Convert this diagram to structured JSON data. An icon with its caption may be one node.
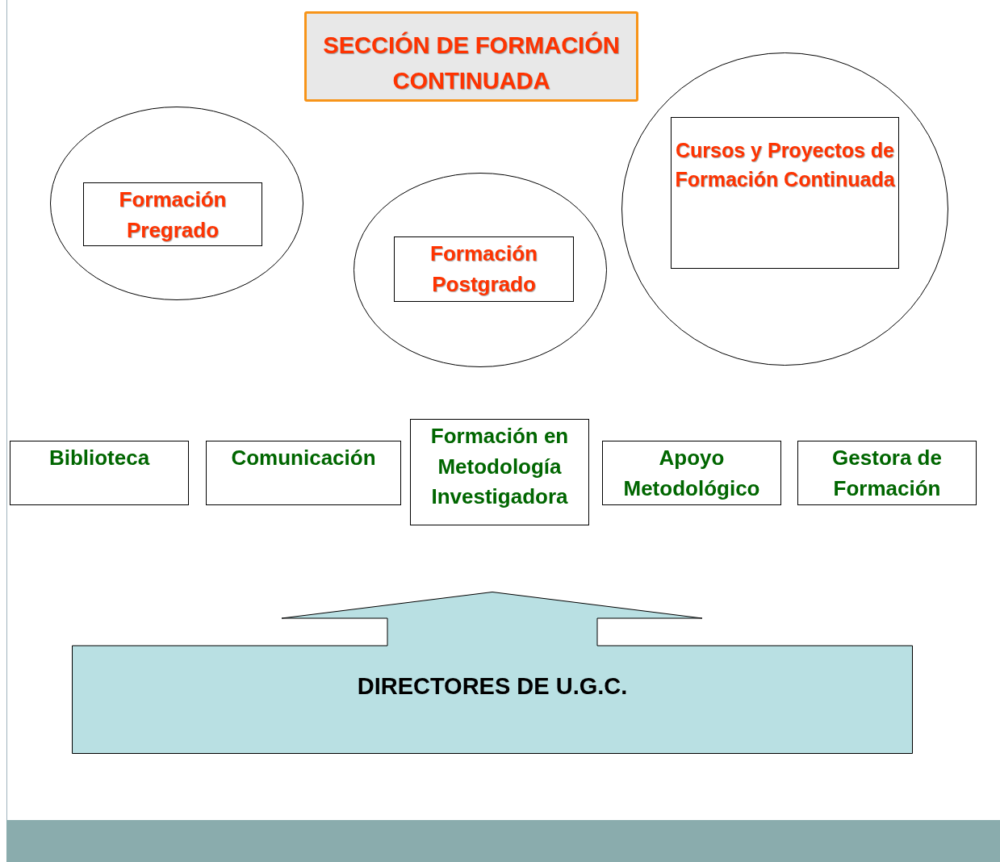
{
  "diagram": {
    "nodes": [
      {
        "text": [
          "SECCIÓN DE FORMACIÓN CONTINUADA"
        ]
      },
      {
        "text": [],
        "shape": "circle"
      },
      {
        "text": [
          "Formación Pregrado"
        ],
        "in": 1
      },
      {
        "text": [],
        "shape": "circle"
      },
      {
        "text": [
          "Formación Postgrado"
        ],
        "in": 3
      },
      {
        "text": [],
        "shape": "circle"
      },
      {
        "text": [
          "Cursos y Proyectos de Formación Continuada"
        ],
        "in": 5
      },
      {
        "text": [
          "Biblioteca"
        ]
      },
      {
        "text": [
          "Comunicación"
        ]
      },
      {
        "text": [
          "Formación en Metodología Investigadora"
        ]
      },
      {
        "text": [
          "Apoyo Metodológico"
        ]
      },
      {
        "text": [
          "Gestora de Formación"
        ]
      },
      {
        "text": [
          "DIRECTORES DE U.G.C."
        ]
      }
    ],
    "edges": []
  }
}
